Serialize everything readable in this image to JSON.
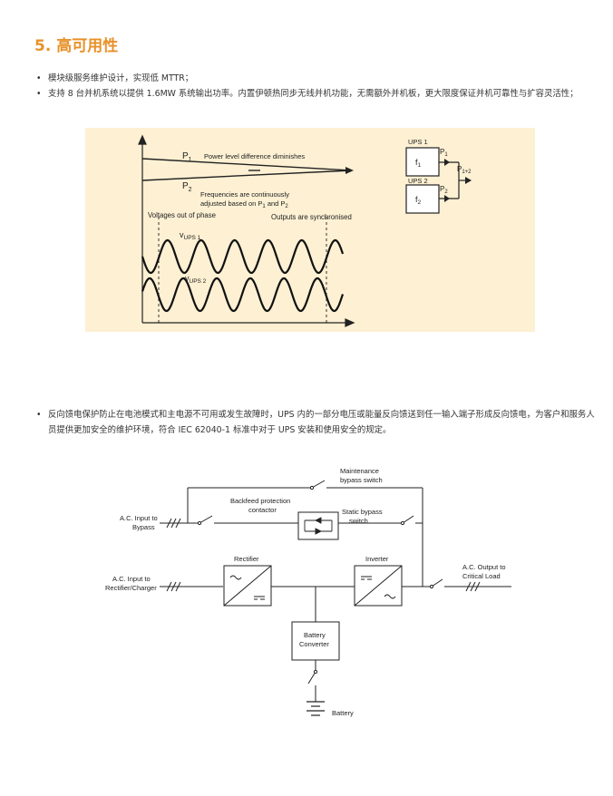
{
  "section_title": "5. 高可用性",
  "bullets": [
    "模块级服务维护设计，实现低 MTTR；",
    "支持 8 台并机系统以提供 1.6MW 系统输出功率。内置伊顿热同步无线并机功能，无需额外并机板，更大限度保证并机可靠性与扩容灵活性；",
    "反向馈电保护防止在电池模式和主电源不可用或发生故障时，UPS 内的一部分电压或能量反向馈送到任一输入端子形成反向馈电，为客户和服务人员提供更加安全的维护环境，符合 IEC 62040-1 标准中对于 UPS 安装和使用安全的规定。"
  ],
  "bullet_symbol": "•",
  "sync_diagram": {
    "p1": "P",
    "p1_sub": "1",
    "p2": "P",
    "p2_sub": "2",
    "power_label": "Power level difference diminishes",
    "freq_label_1": "Frequencies are continuously",
    "freq_label_2": "adjusted based on P",
    "freq_label_sub1": "1",
    "freq_label_and": " and P",
    "freq_label_sub2": "2",
    "out_of_phase": "Voltages out of phase",
    "synchronised": "Outputs are synchronised",
    "v_ups1": "v",
    "v_ups1_sub": "UPS 1",
    "v_ups2": "v",
    "v_ups2_sub": "UPS 2",
    "ups1": "UPS 1",
    "ups2": "UPS 2",
    "f1": "f",
    "f1_sub": "1",
    "f2": "f",
    "f2_sub": "2",
    "p_sum": "P",
    "p_sum_sub": "1+2"
  },
  "backfeed_diagram": {
    "maintenance_1": "Maintenance",
    "maintenance_2": "bypass switch",
    "backfeed_1": "Backfeed protection",
    "backfeed_2": "contactor",
    "static_1": "Static bypass",
    "static_2": "switch",
    "ac_bypass_1": "A.C. Input to",
    "ac_bypass_2": "Bypass",
    "ac_rect_1": "A.C. Input to",
    "ac_rect_2": "Rectifier/Charger",
    "rectifier": "Rectifier",
    "inverter": "Inverter",
    "ac_out_1": "A.C. Output to",
    "ac_out_2": "Critical Load",
    "battery_conv_1": "Battery",
    "battery_conv_2": "Converter",
    "battery": "Battery"
  }
}
